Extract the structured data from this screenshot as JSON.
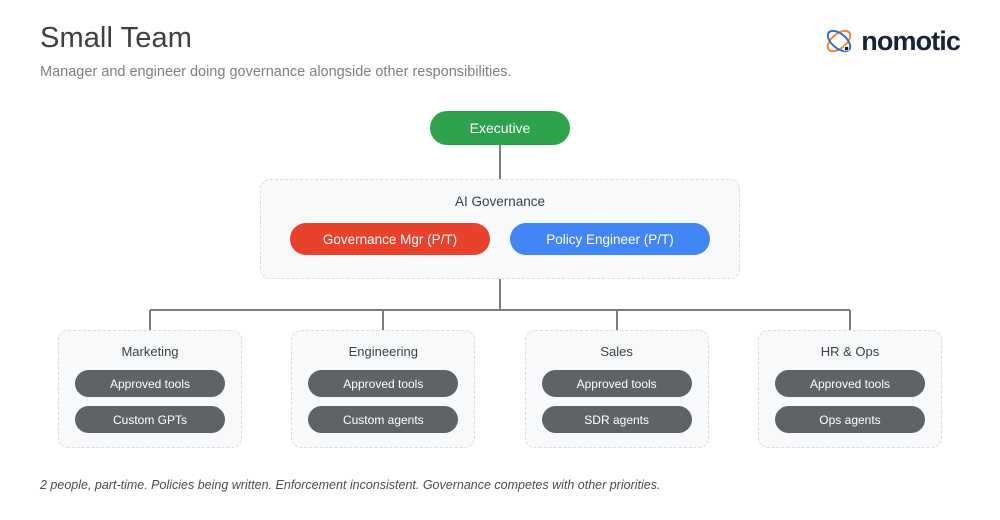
{
  "header": {
    "title": "Small Team",
    "subtitle": "Manager and engineer doing governance alongside other responsibilities."
  },
  "brand": {
    "name": "nomotic",
    "mark_icon": "orbital-atom-icon",
    "mark_colors": {
      "ring": "#f0892e",
      "body": "#2f6fd0",
      "dot": "#17223b"
    },
    "word_color": "#17223b"
  },
  "chart_data": {
    "type": "diagram",
    "title": "Small Team",
    "executive": {
      "label": "Executive",
      "color": "#2ea14c"
    },
    "governance_group": {
      "title": "AI Governance",
      "roles": [
        {
          "label": "Governance Mgr (P/T)",
          "color": "#e8412c"
        },
        {
          "label": "Policy Engineer (P/T)",
          "color": "#4285f4"
        }
      ]
    },
    "departments": [
      {
        "title": "Marketing",
        "items": [
          "Approved tools",
          "Custom GPTs"
        ]
      },
      {
        "title": "Engineering",
        "items": [
          "Approved tools",
          "Custom agents"
        ]
      },
      {
        "title": "Sales",
        "items": [
          "Approved tools",
          "SDR agents"
        ]
      },
      {
        "title": "HR & Ops",
        "items": [
          "Approved tools",
          "Ops agents"
        ]
      }
    ],
    "item_color": "#5f6368",
    "connector_color": "#7a7d82"
  },
  "footnote": "2 people, part-time. Policies being written. Enforcement inconsistent. Governance competes with other priorities."
}
